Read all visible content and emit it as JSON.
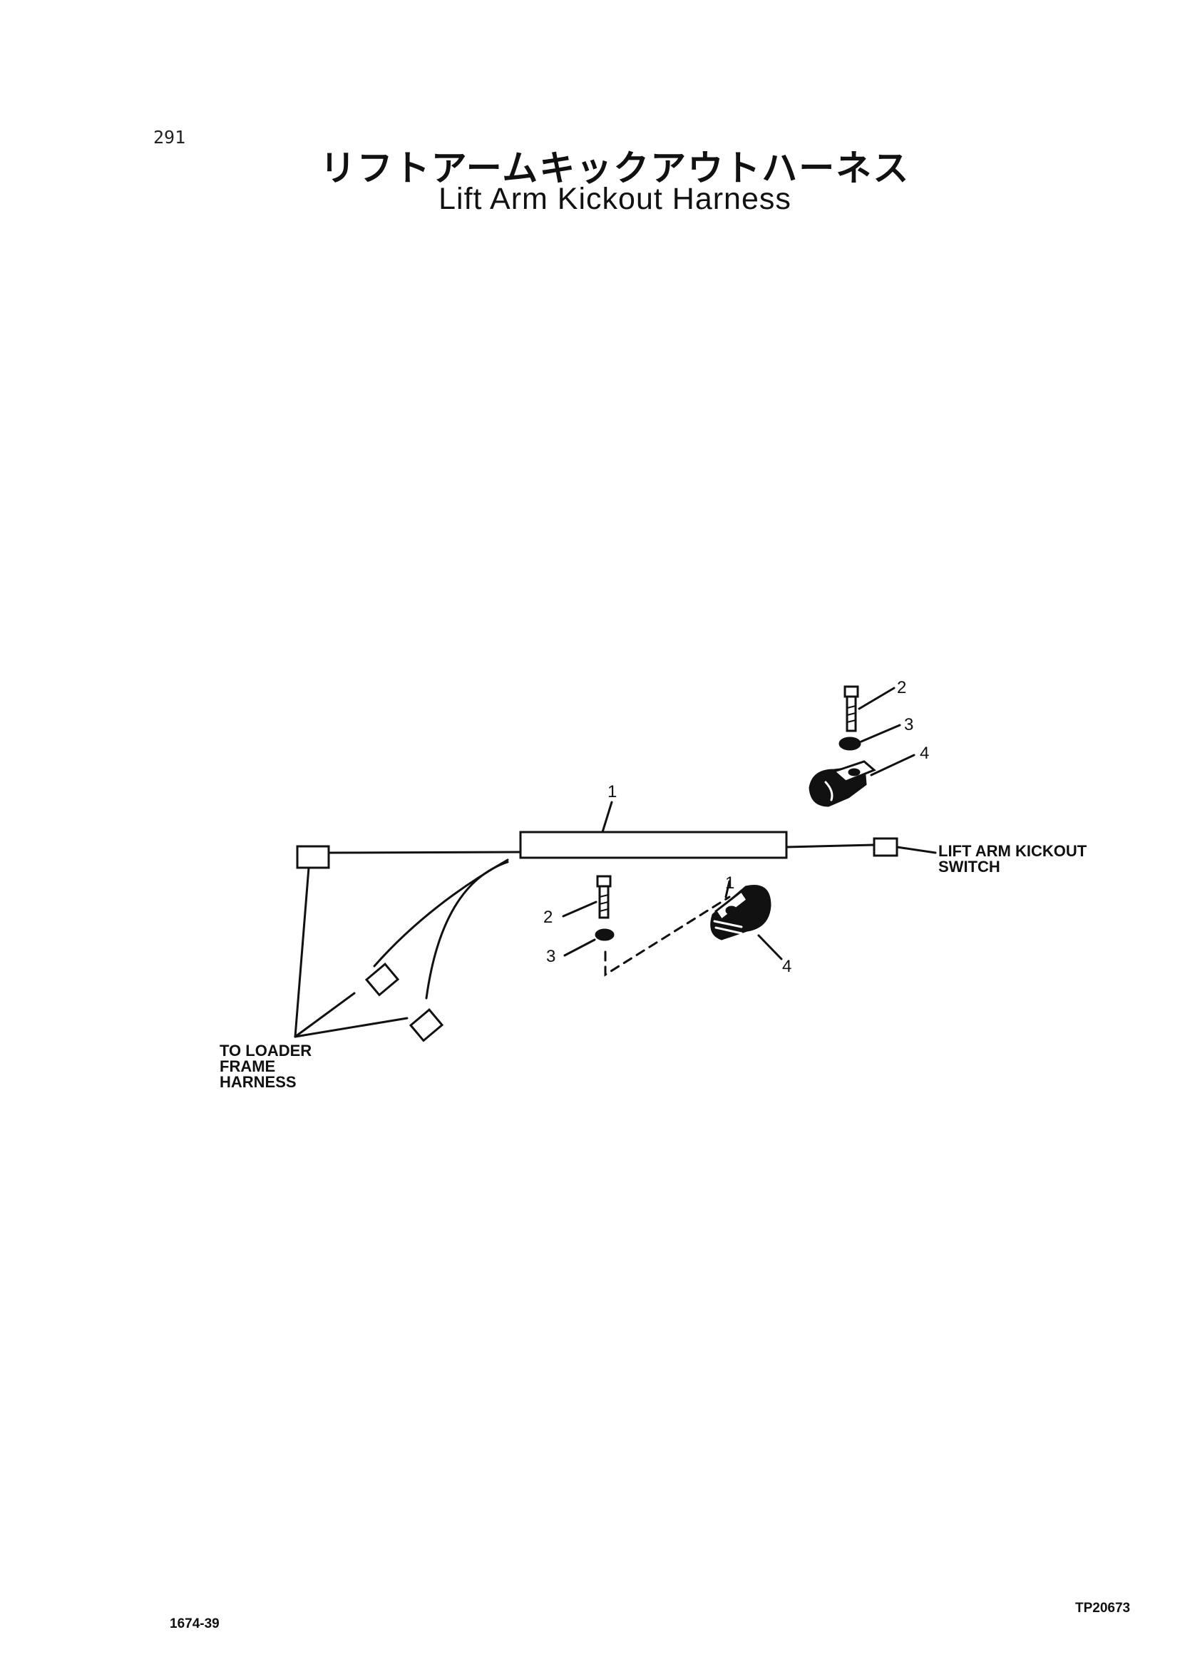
{
  "header": {
    "page_number": "291",
    "title_japanese": "リフトアームキックアウトハーネス",
    "title_english": "Lift Arm Kickout Harness"
  },
  "diagram": {
    "callouts": {
      "harness": "1",
      "bolt_upper": "2",
      "washer_upper": "3",
      "clamp_upper": "4",
      "bolt_lower": "2",
      "washer_lower": "3",
      "clamp_lower_ref": "1",
      "clamp_lower": "4"
    },
    "labels": {
      "switch_line1": "LIFT ARM KICKOUT",
      "switch_line2": "SWITCH",
      "loader_line1": "TO LOADER",
      "loader_line2": "FRAME",
      "loader_line3": "HARNESS"
    }
  },
  "footer": {
    "left_code": "1674-39",
    "right_code": "TP20673"
  },
  "colors": {
    "ink": "#111111",
    "paper": "#ffffff"
  }
}
